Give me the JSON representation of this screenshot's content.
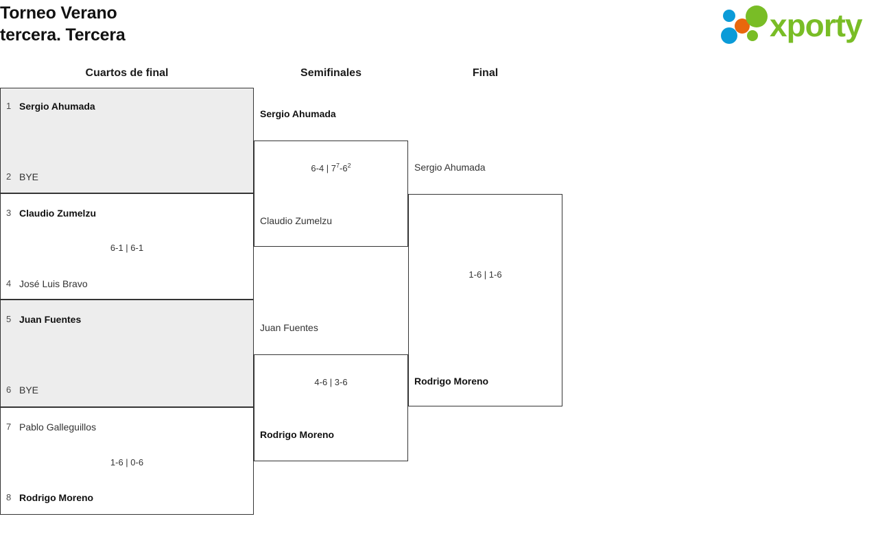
{
  "header": {
    "title": "Torneo Verano",
    "subtitle": "tercera. Tercera"
  },
  "brand": {
    "name": "xporty",
    "colors": {
      "green": "#79bd26",
      "blue": "#0b9bd8",
      "orange": "#e8670c"
    }
  },
  "rounds": [
    {
      "id": "quarterfinals",
      "label": "Cuartos de final"
    },
    {
      "id": "semifinals",
      "label": "Semifinales"
    },
    {
      "id": "final",
      "label": "Final"
    }
  ],
  "bracket": {
    "quarterfinals": [
      {
        "top": {
          "seed": "1",
          "name": "Sergio Ahumada",
          "winner": true
        },
        "bottom": {
          "seed": "2",
          "name": "BYE",
          "winner": false
        },
        "score": ""
      },
      {
        "top": {
          "seed": "3",
          "name": "Claudio Zumelzu",
          "winner": true
        },
        "bottom": {
          "seed": "4",
          "name": "José Luis Bravo",
          "winner": false
        },
        "score": "6-1 | 6-1"
      },
      {
        "top": {
          "seed": "5",
          "name": "Juan Fuentes",
          "winner": true
        },
        "bottom": {
          "seed": "6",
          "name": "BYE",
          "winner": false
        },
        "score": ""
      },
      {
        "top": {
          "seed": "7",
          "name": "Pablo Galleguillos",
          "winner": false
        },
        "bottom": {
          "seed": "8",
          "name": "Rodrigo Moreno",
          "winner": true
        },
        "score": "1-6 | 0-6"
      }
    ],
    "semifinals": [
      {
        "top": {
          "name": "Sergio Ahumada",
          "winner": true
        },
        "bottom": {
          "name": "Claudio Zumelzu",
          "winner": false
        },
        "score_main": "6-4 | 7",
        "score_sup1": "7",
        "score_mid": "-6",
        "score_sup2": "2"
      },
      {
        "top": {
          "name": "Juan Fuentes",
          "winner": false
        },
        "bottom": {
          "name": "Rodrigo Moreno",
          "winner": true
        },
        "score": "4-6 | 3-6"
      }
    ],
    "final": [
      {
        "top": {
          "name": "Sergio Ahumada",
          "winner": false
        },
        "bottom": {
          "name": "Rodrigo Moreno",
          "winner": true
        },
        "score": "1-6 | 1-6"
      }
    ]
  }
}
